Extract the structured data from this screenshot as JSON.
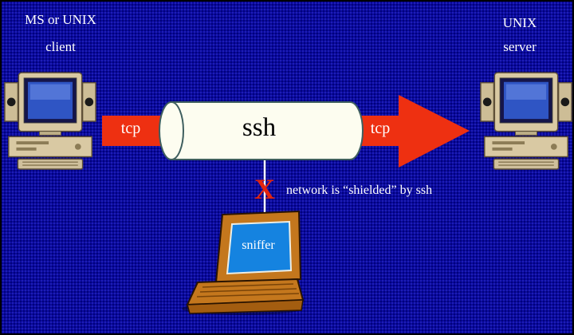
{
  "diagram": {
    "client": {
      "platform": "MS or UNIX",
      "role": "client"
    },
    "server": {
      "platform": "UNIX",
      "role": "server"
    },
    "arrow": {
      "tcp_left": "tcp",
      "tunnel": "ssh",
      "tcp_right": "tcp"
    },
    "caption": "network is “shielded” by ssh",
    "blocked_mark": "X",
    "sniffer": {
      "label": "sniffer"
    }
  },
  "colors": {
    "background": "#0a0a9e",
    "arrow_red": "#ee3011",
    "tube_fill": "#fdfdf0",
    "tube_outline": "#3f5f5f",
    "laptop_orange": "#c4771d",
    "sniffer_screen_blue": "#1583e0",
    "x_red": "#e1250f",
    "text_white": "#ffffff",
    "ssh_text_black": "#000000"
  }
}
